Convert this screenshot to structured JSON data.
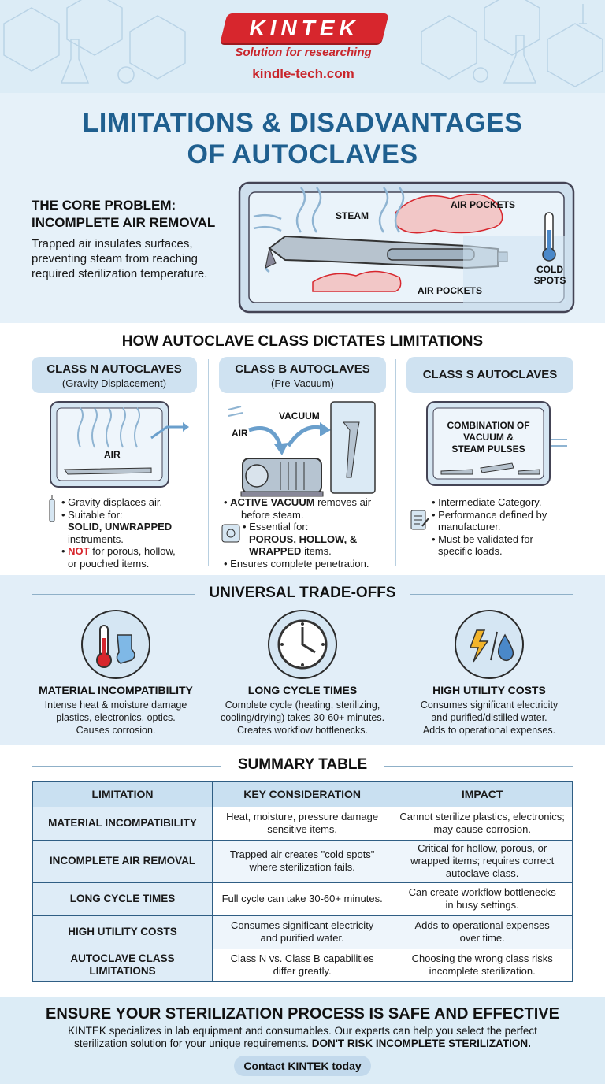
{
  "brand": {
    "logo": "KINTEK",
    "tagline": "Solution for researching",
    "site": "kindle-tech.com"
  },
  "title": {
    "line1": "LIMITATIONS & DISADVANTAGES",
    "line2": "OF AUTOCLAVES"
  },
  "core": {
    "heading1": "THE CORE PROBLEM:",
    "heading2": "INCOMPLETE AIR REMOVAL",
    "text": "Trapped air insulates surfaces, preventing steam from reaching required sterilization temperature.",
    "fig": {
      "steam": "STEAM",
      "air_pockets_top": "AIR POCKETS",
      "air_pockets_bottom": "AIR POCKETS",
      "cold": "COLD",
      "spots": "SPOTS"
    }
  },
  "classes": {
    "heading": "HOW AUTOCLAVE CLASS DICTATES LIMITATIONS",
    "n": {
      "title": "CLASS N AUTOCLAVES",
      "sub": "(Gravity Displacement)",
      "fig_air": "AIR",
      "b1": "Gravity displaces air.",
      "b2a": "Suitable for:",
      "b2b": "SOLID, UNWRAPPED",
      "b2c": "instruments.",
      "b3a": "NOT",
      "b3b": " for porous, hollow,",
      "b3c": "or pouched items."
    },
    "b": {
      "title": "CLASS B AUTOCLAVES",
      "sub": "(Pre-Vacuum)",
      "fig_air": "AIR",
      "fig_vacuum": "VACUUM",
      "b1a": "ACTIVE VACUUM",
      "b1b": " removes air",
      "b1c": "before steam.",
      "b2a": "Essential for:",
      "b2b": "POROUS, HOLLOW, &",
      "b2c": "WRAPPED",
      "b2d": " items.",
      "b3": "Ensures complete penetration."
    },
    "s": {
      "title": "CLASS S AUTOCLAVES",
      "fig1": "COMBINATION OF",
      "fig2": "VACUUM &",
      "fig3": "STEAM PULSES",
      "b1": "Intermediate Category.",
      "b2a": "Performance defined by",
      "b2b": "manufacturer.",
      "b3a": "Must be validated for",
      "b3b": "specific loads."
    }
  },
  "tradeoffs": {
    "heading": "UNIVERSAL TRADE-OFFS",
    "items": [
      {
        "title": "MATERIAL INCOMPATIBILITY",
        "l1": "Intense heat & moisture damage",
        "l2": "plastics, electronics, optics.",
        "l3": "Causes corrosion."
      },
      {
        "title": "LONG CYCLE TIMES",
        "l1": "Complete cycle (heating, sterilizing,",
        "l2": "cooling/drying) takes 30-60+ minutes.",
        "l3": "Creates workflow bottlenecks."
      },
      {
        "title": "HIGH UTILITY COSTS",
        "l1": "Consumes significant electricity",
        "l2": "and purified/distilled water.",
        "l3": "Adds to operational expenses."
      }
    ]
  },
  "summary": {
    "heading": "SUMMARY TABLE",
    "columns": [
      "LIMITATION",
      "KEY CONSIDERATION",
      "IMPACT"
    ],
    "rows": [
      {
        "c0": "MATERIAL INCOMPATIBILITY",
        "c1a": "Heat, moisture, pressure damage",
        "c1b": "sensitive items.",
        "c2a": "Cannot sterilize plastics, electronics;",
        "c2b": "may cause corrosion.",
        "c2c": ""
      },
      {
        "c0": "INCOMPLETE AIR REMOVAL",
        "c1a": "Trapped air creates \"cold spots\"",
        "c1b": "where sterilization fails.",
        "c2a": "Critical for hollow, porous, or",
        "c2b": "wrapped items; requires correct",
        "c2c": "autoclave class."
      },
      {
        "c0": "LONG CYCLE TIMES",
        "c1a": "Full cycle can take 30-60+ minutes.",
        "c1b": "",
        "c2a": "Can create workflow bottlenecks",
        "c2b": "in busy settings.",
        "c2c": ""
      },
      {
        "c0": "HIGH UTILITY COSTS",
        "c1a": "Consumes significant electricity",
        "c1b": "and purified water.",
        "c2a": "Adds to operational expenses",
        "c2b": "over time.",
        "c2c": ""
      },
      {
        "c0a": "AUTOCLAVE CLASS",
        "c0b": "LIMITATIONS",
        "c1a": "Class N vs. Class B capabilities",
        "c1b": "differ greatly.",
        "c2a": "Choosing the wrong class risks",
        "c2b": "incomplete sterilization.",
        "c2c": ""
      }
    ]
  },
  "footer": {
    "heading": "ENSURE YOUR STERILIZATION PROCESS IS SAFE AND EFFECTIVE",
    "p1": "KINTEK specializes in lab equipment and consumables. Our experts can help you select the perfect",
    "p2": "sterilization solution for your unique requirements. ",
    "p2b": "DON'T RISK INCOMPLETE STERILIZATION.",
    "button": "Contact KINTEK today"
  },
  "colors": {
    "brand_red": "#d7262d",
    "title_blue": "#1f5f8f",
    "band_blue": "#e2eef8"
  }
}
